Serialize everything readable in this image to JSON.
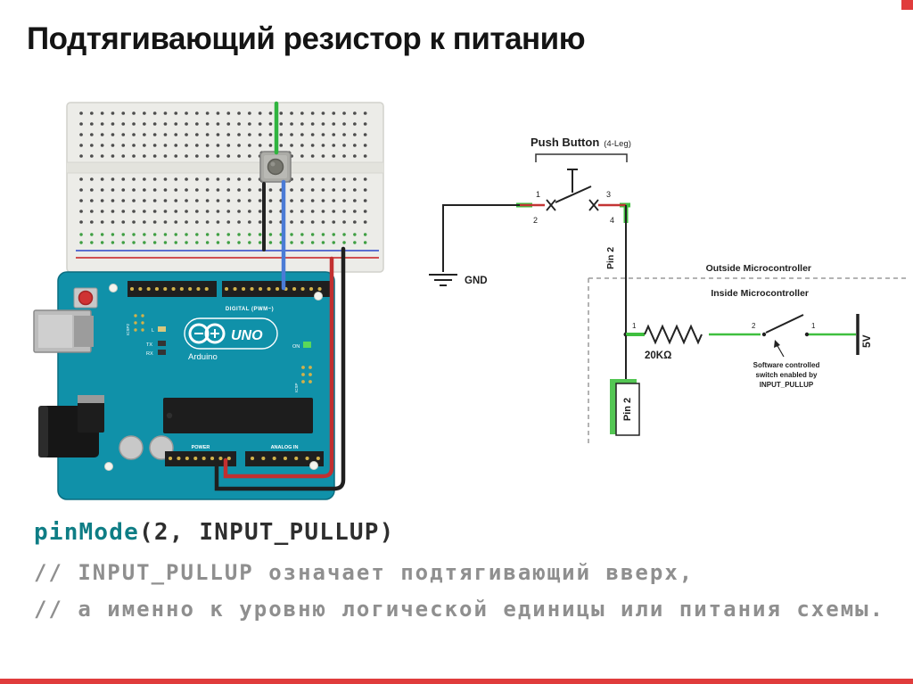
{
  "slide": {
    "title": "Подтягивающий резистор к питанию"
  },
  "colors": {
    "accent": "#e03c3c",
    "arduino_teal": "#1091a9",
    "signal_green": "#3fbf3f",
    "wire_red": "#c23030",
    "wire_blue": "#4b7bd6",
    "keyword_teal": "#0e7d85"
  },
  "schematic": {
    "push_button": {
      "label": "Push Button",
      "sub": "(4-Leg)"
    },
    "button_pins": {
      "p1": "1",
      "p2": "2",
      "p3": "3",
      "p4": "4"
    },
    "gnd_label": "GND",
    "pin2_wire_label": "Pin 2",
    "outside_label": "Outside Microcontroller",
    "inside_label": "Inside Microcontroller",
    "resistor_value": "20KΩ",
    "resistor_pin_left": "1",
    "resistor_pin_right": "2",
    "switch_pin_right": "1",
    "rail_label": "5V",
    "note": {
      "line1": "Software controlled",
      "line2": "switch enabled by",
      "line3": "INPUT_PULLUP"
    },
    "pin2_box_label": "Pin 2"
  },
  "arduino": {
    "model": "UNO",
    "brand": "Arduino",
    "digital_label": "DIGITAL (PWM~)",
    "power_label": "POWER",
    "analog_label": "ANALOG IN",
    "icsp_label": "ICSP",
    "icsp2_label": "ICSP2",
    "on_label": "ON",
    "led_l": "L",
    "led_tx": "TX",
    "led_rx": "RX"
  },
  "code": {
    "keyword": "pinMode",
    "args": "(2, INPUT_PULLUP)",
    "comment1": "// INPUT_PULLUP означает подтягивающий вверх,",
    "comment2": "// а именно к уровню логической единицы или питания схемы."
  }
}
